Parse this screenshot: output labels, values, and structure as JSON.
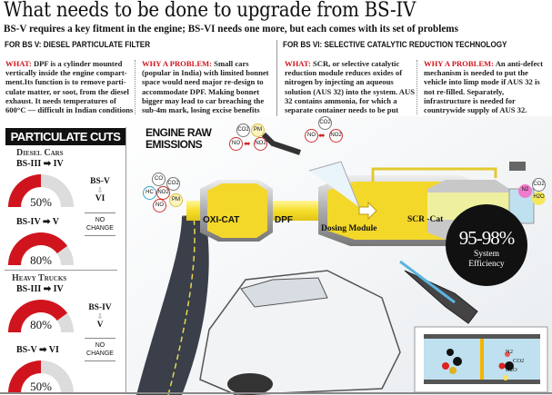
{
  "header": {
    "title": "What needs to be done to upgrade from BS-IV",
    "subtitle": "BS-V requires a key fitment in the engine; BS-VI needs one more, but each comes with its set of problems"
  },
  "bs5": {
    "heading": "FOR BS V: DIESEL PARTICULATE FILTER",
    "what_label": "WHAT:",
    "what_text": " DPF is a cylinder mounted vertically inside the engine compart­ment.Its function is to remove parti­culate matter, or soot, from the diesel exhaust. It needs temperatures of 600°C — difficult in Indian conditions",
    "why_label": "WHY A PROBLEM:",
    "why_text": " Small cars (popu­lar in India) with limited bonnet space would need major re-design to accommodate DPF. Making bonnet bigger may lead to car breaching the sub-4m mark, losing excise benefits"
  },
  "bs6": {
    "heading": "FOR BS VI: SELECTIVE CATALYTIC REDUCTION TECHNOLOGY",
    "what_label": "WHAT:",
    "what_text": " SCR, or selective catalytic reduction module reduces oxides of nitrogen by injecting an aqueous solution (AUS 32) into the system. AUS 32 contains ammonia, for which a separate container needs to be put",
    "why_label": "WHY A PROBLEM:",
    "why_text": " An anti-defect mechanism is needed to put the vehicle into limp mode if AUS 32 is not re-filled. Separately, infrastructure is needed for countrywide supply of AUS 32."
  },
  "cuts": {
    "title": "PARTICULATE CUTS",
    "groups": [
      {
        "name": "Diesel Cars",
        "gauges": [
          {
            "transition": "BS-III ➡ IV",
            "label": "50%",
            "value": 50
          },
          {
            "transition": "BS-IV ➡ V",
            "label": "80%",
            "value": 80
          }
        ],
        "side_from": "BS-V",
        "side_to": "VI",
        "no_change": "NO CHANGE"
      },
      {
        "name": "Heavy Trucks",
        "gauges": [
          {
            "transition": "BS-III ➡ IV",
            "label": "80%",
            "value": 80
          },
          {
            "transition": "BS-V ➡ VI",
            "label": "50%",
            "value": 50
          }
        ],
        "side_from": "BS-IV",
        "side_to": "V",
        "no_change": "NO CHANGE"
      }
    ]
  },
  "diagram": {
    "engine_label_1": "ENGINE RAW",
    "engine_label_2": "EMISSIONS",
    "parts": {
      "oxi": "OXI-CAT",
      "dpf": "DPF",
      "dosing": "Dosing Module",
      "scr": "SCR -Cat"
    },
    "raw_gases": [
      "CO",
      "CO2",
      "HC",
      "NO2",
      "PM",
      "NO"
    ],
    "after_oxi": [
      "CO2",
      "PM",
      "NO",
      "NO2"
    ],
    "after_dpf": [
      "CO2",
      "NO",
      "NO2"
    ],
    "outputs": [
      "N2",
      "CO2",
      "H2O"
    ],
    "efficiency_value": "95-98%",
    "efficiency_label_1": "System",
    "efficiency_label_2": "Efficiency",
    "inset_outputs": [
      "N2",
      "CO2",
      "H2O"
    ]
  },
  "colors": {
    "red": "#d0141e",
    "yellow": "#f7e03c",
    "grey": "#dcdcdc"
  }
}
